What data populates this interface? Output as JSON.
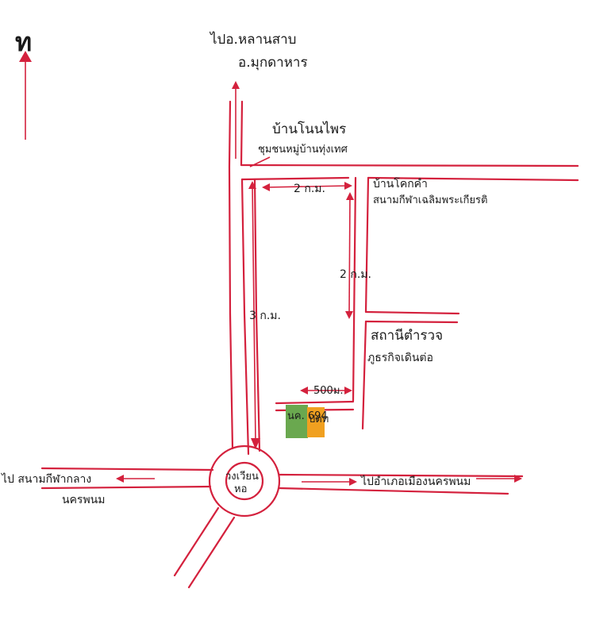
{
  "north": {
    "letter": "ท",
    "arrow_color": "#d4213d"
  },
  "colors": {
    "road": "#d4213d",
    "ink": "#1a1a1a",
    "marker_green": "#6aa84f",
    "marker_orange": "#f0a020"
  },
  "labels": {
    "to_khok_salab_line1": "ไปอ.หลานสาบ",
    "to_khok_salab_line2": "อ.มุกดาหาร",
    "ban_nong_phai": "บ้านโนนไพร",
    "ban_nong_phai_sub": "ชุมชนหมู่บ้านทุ่งเทศ",
    "ban_khok_kham_line1": "บ้านโคกคำ",
    "ban_khok_kham_line2": "สนามกีฬาเฉลิมพระเกียรติ",
    "dist_top": "2 ก.ม.",
    "dist_right": "2 ก.ม.",
    "dist_left": "3 ก.ม.",
    "police_line1": "สถานีตำรวจ",
    "police_line2": "ภูธรกิจเดินต่อ",
    "dist_short": "500ม.",
    "roundabout_line1": "วงเวียน",
    "roundabout_line2": "หอ",
    "to_west_line1": "ไป สนามกีฬากลาง",
    "to_west_line2": "นครพนม",
    "to_east": "ไปอำเภอเมืองนครพนม",
    "marker_green_text": "นค. 694",
    "marker_orange_text": "ปตท"
  }
}
